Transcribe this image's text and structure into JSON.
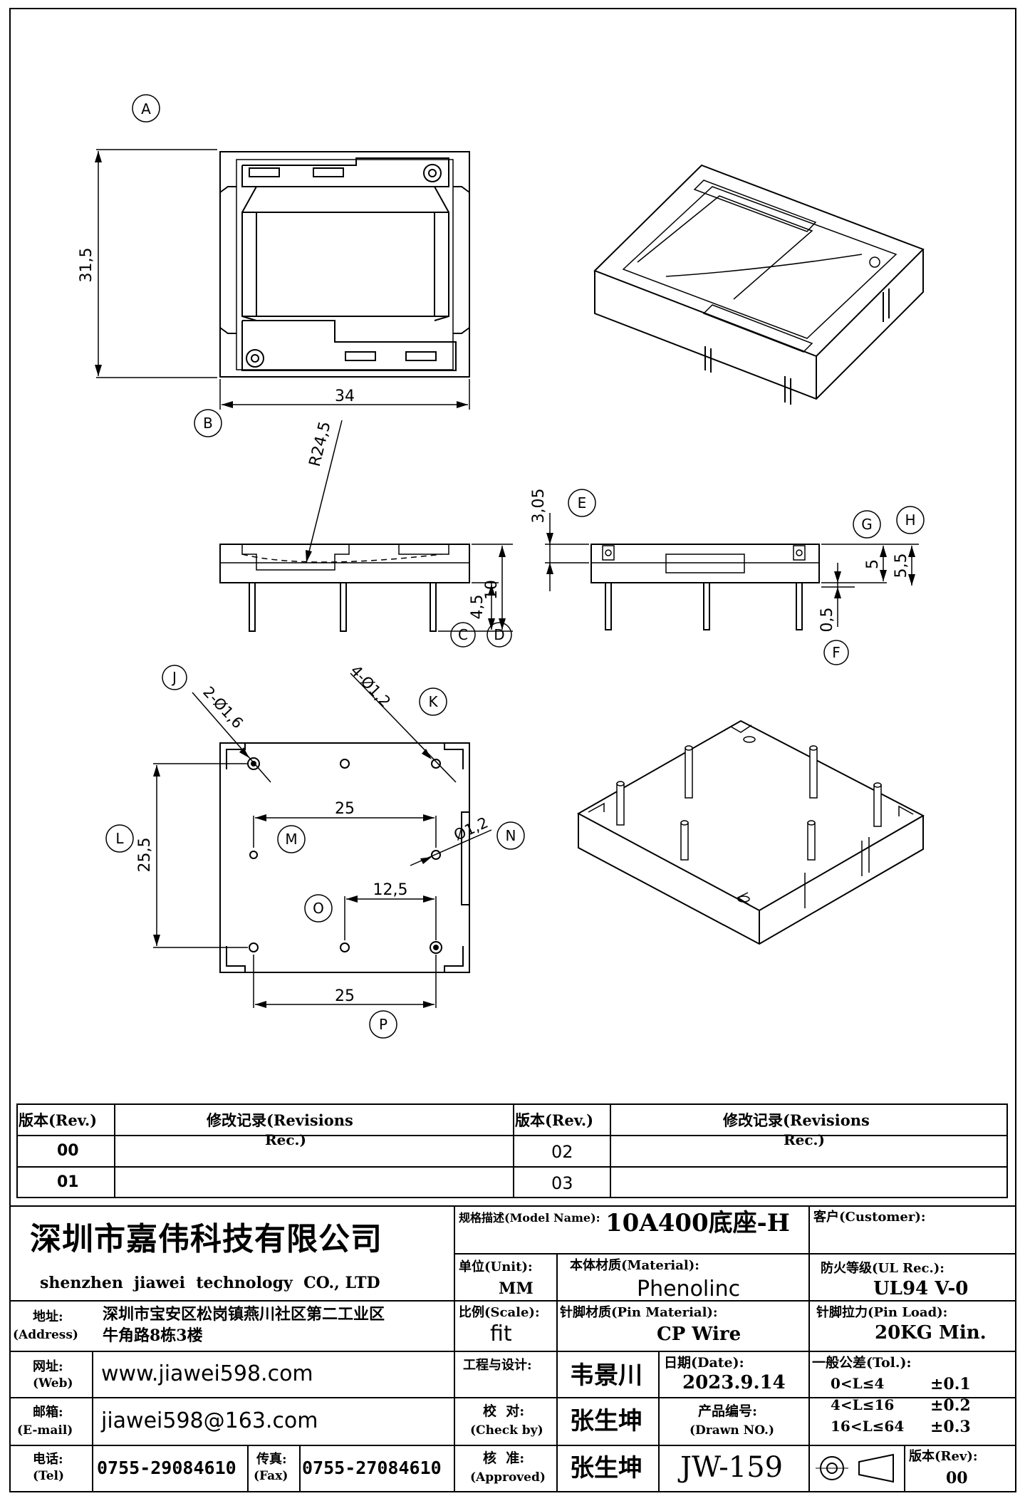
{
  "views": {
    "labels": {
      "A": "A",
      "B": "B",
      "C": "C",
      "D": "D",
      "E": "E",
      "F": "F",
      "G": "G",
      "H": "H",
      "J": "J",
      "K": "K",
      "L": "L",
      "M": "M",
      "N": "N",
      "O": "O",
      "P": "P"
    },
    "dims": {
      "height_top": "31,5",
      "width_top": "34",
      "radius": "R24,5",
      "side_height": "10",
      "pin_len": "4,5",
      "e_dim": "3,05",
      "g_dim": "5",
      "h_dim": "5,5",
      "f_dim": "0,5",
      "holes_j": "2-Ø1,6",
      "holes_k": "4-Ø1,2",
      "pitch_v": "25,5",
      "pitch_h1": "25",
      "pitch_half": "12,5",
      "pitch_h2": "25",
      "hole_n": "Ø1,2"
    }
  },
  "revisions": {
    "col_rev": "版本(Rev.)",
    "col_rec_1": "修改记录(Revisions",
    "col_rec_2": "Rec.)",
    "left_rows": [
      "00",
      "01"
    ],
    "right_rows": [
      "02",
      "03"
    ]
  },
  "title_block": {
    "company_cn": "深圳市嘉伟科技有限公司",
    "company_en": "shenzhen  jiawei  technology  CO., LTD",
    "address_label": "地址:",
    "address_label_en": "(Address)",
    "address_line1": "深圳市宝安区松岗镇燕川社区第二工业区",
    "address_line2": "牛角路8栋3楼",
    "web_label": "网址:",
    "web_label_en": "(Web)",
    "web": "www.jiawei598.com",
    "email_label": "邮箱:",
    "email_label_en": "(E-mail)",
    "email": "jiawei598@163.com",
    "tel_label": "电话:",
    "tel_label_en": "(Tel)",
    "tel": "0755-29084610",
    "fax_label": "传真:",
    "fax_label_en": "(Fax)",
    "fax": "0755-27084610",
    "model_label": "规格描述(Model Name):",
    "model": "10A400底座-H",
    "customer_label": "客户(Customer):",
    "unit_label": "单位(Unit):",
    "unit": "MM",
    "material_label": "本体材质(Material):",
    "material": "Phenolinc",
    "ul_label": "防火等级(UL Rec.):",
    "ul": "UL94 V-0",
    "scale_label": "比例(Scale):",
    "scale": "fit",
    "pin_material_label": "针脚材质(Pin Material):",
    "pin_material": "CP Wire",
    "pin_load_label": "针脚拉力(Pin Load):",
    "pin_load": "20KG Min.",
    "design_label": "工程与设计:",
    "designer": "韦景川",
    "date_label": "日期(Date):",
    "date": "2023.9.14",
    "tol_label": "一般公差(Tol.):",
    "tol": [
      {
        "range": "0<L≤4",
        "val": "±0.1"
      },
      {
        "range": "4<L≤16",
        "val": "±0.2"
      },
      {
        "range": "16<L≤64",
        "val": "±0.3"
      }
    ],
    "check_label": "校  对:",
    "check_label_en": "(Check by)",
    "checker": "张生坤",
    "drawn_label": "产品编号:",
    "drawn_label_en": "(Drawn NO.)",
    "approve_label": "核  准:",
    "approve_label_en": "(Approved)",
    "approver": "张生坤",
    "drawing_no": "JW-159",
    "rev_label": "版本(Rev):",
    "rev": "00"
  }
}
